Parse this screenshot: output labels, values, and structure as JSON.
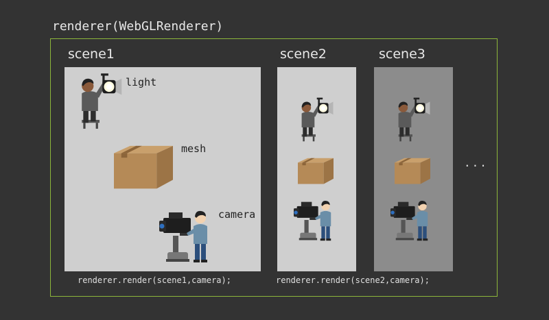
{
  "renderer": {
    "title": "renderer(WebGLRenderer)"
  },
  "scenes": [
    {
      "title": "scene1",
      "labels": {
        "light": "light",
        "mesh": "mesh",
        "camera": "camera"
      },
      "caption": "renderer.render(scene1,camera);"
    },
    {
      "title": "scene2",
      "caption": "renderer.render(scene2,camera);"
    },
    {
      "title": "scene3"
    }
  ],
  "more_indicator": "...",
  "colors": {
    "page_background": "#333333",
    "renderer_border": "#8db73b",
    "scene_background": "#cfcfcf",
    "scene3_background": "#8c8c8c"
  },
  "icons": [
    "light-person-icon",
    "box-icon",
    "camera-operator-icon"
  ]
}
